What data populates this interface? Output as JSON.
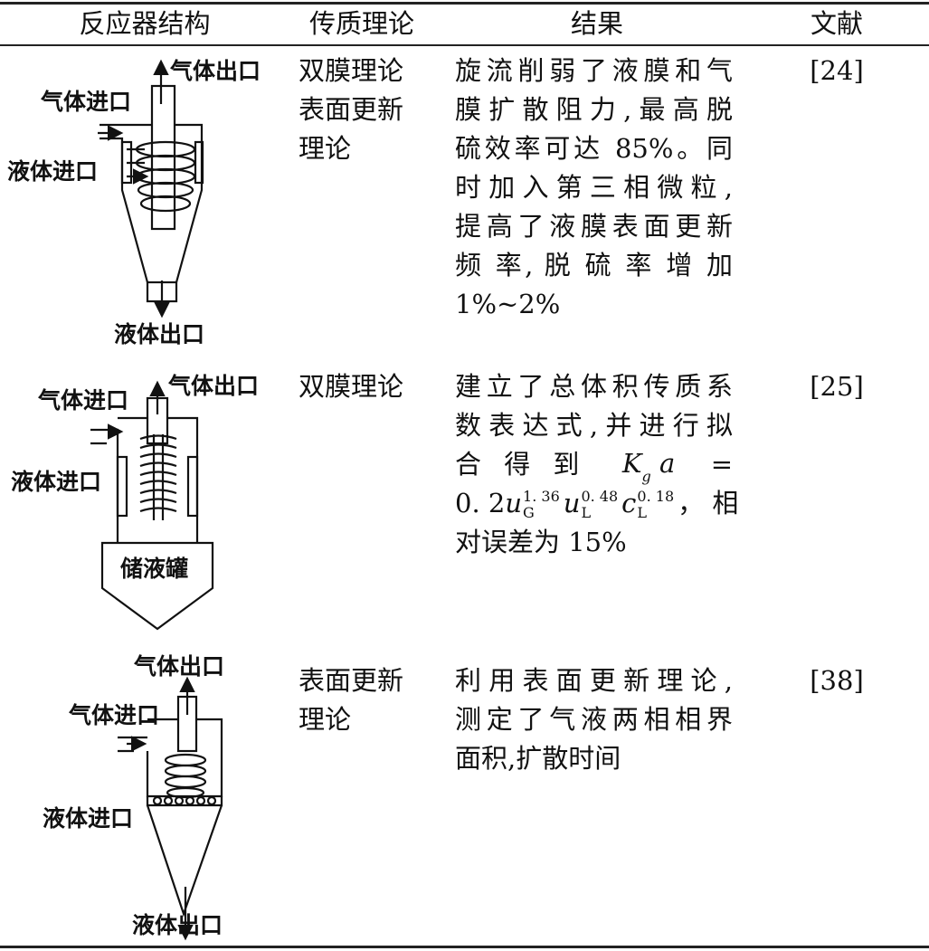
{
  "headers": [
    "反应器结构",
    "传质理论",
    "结果",
    "文献"
  ],
  "rows": [
    {
      "labels": {
        "gas_out": "气体出口",
        "gas_in": "气体进口",
        "liq_in": "液体进口",
        "liq_out": "液体出口"
      },
      "theory": [
        "双膜理论",
        "表面更新",
        "理论"
      ],
      "result": [
        "旋流削弱了液膜和气",
        "膜扩散阻力,最高脱",
        "硫效率可达 85%。同",
        "时加入第三相微粒,",
        "提高了液膜表面更新",
        "频 率, 脱 硫 率 增 加",
        "1%~2%"
      ],
      "ref": "[24]"
    },
    {
      "labels": {
        "gas_out": "气体出口",
        "gas_in": "气体进口",
        "liq_in": "液体进口",
        "tank": "储液罐"
      },
      "theory": [
        "双膜理论"
      ],
      "result": [
        "建立了总体积传质系",
        "数表达式,并进行拟",
        "合 得 到"
      ],
      "formula": {
        "lhs_K": "K",
        "lhs_sub": "g",
        "lhs_a": "a",
        "eq": "=",
        "coef": "0. 2",
        "u1": "u",
        "u1_sub": "G",
        "u1_sup": "1. 36",
        "u2": "u",
        "u2_sub": "L",
        "u2_sup": "0. 48",
        "c": "c",
        "c_sub": "L",
        "c_sup": "0. 18",
        "tail": "， 相"
      },
      "result_end": "对误差为 15%",
      "ref": "[25]"
    },
    {
      "labels": {
        "gas_out": "气体出口",
        "gas_in": "气体进口",
        "liq_in": "液体进口",
        "liq_out": "液体出口"
      },
      "theory": [
        "表面更新",
        "理论"
      ],
      "result": [
        "利用表面更新理论,",
        "测定了气液两相相界",
        "面积,扩散时间"
      ],
      "ref": "[38]"
    }
  ]
}
